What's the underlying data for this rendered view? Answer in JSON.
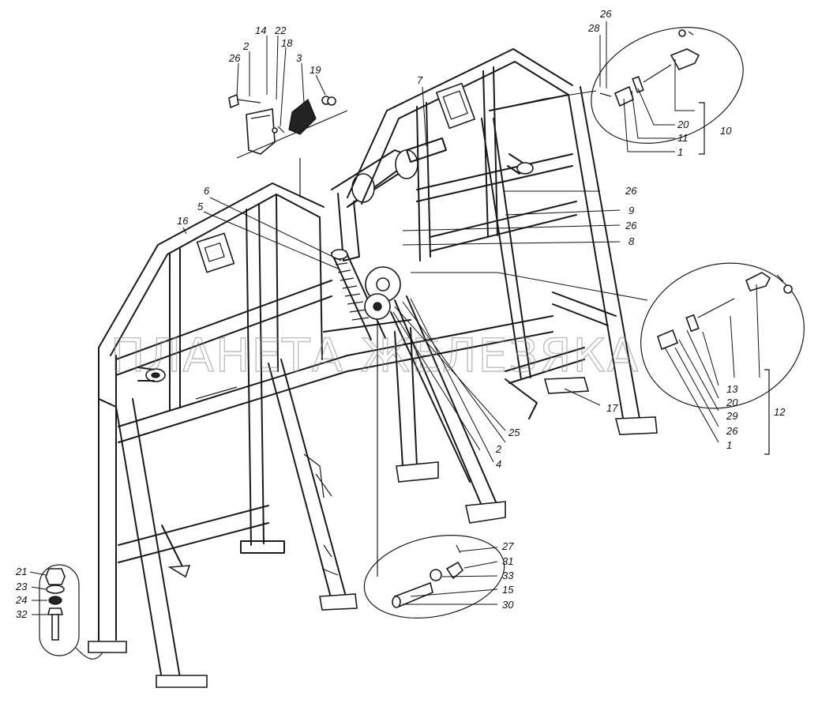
{
  "watermark": "ПЛАНЕТА ЖЕЛЕЗЯКА",
  "callouts": {
    "c14": "14",
    "c22": "22",
    "c2a": "2",
    "c18": "18",
    "c26a": "26",
    "c3": "3",
    "c19": "19",
    "c7": "7",
    "c6": "6",
    "c5": "5",
    "c16": "16",
    "c26b": "26",
    "c28": "28",
    "c20a": "20",
    "c11": "11",
    "c1a": "1",
    "c10": "10",
    "c26c": "26",
    "c9": "9",
    "c26d": "26",
    "c8": "8",
    "c13": "13",
    "c20b": "20",
    "c29": "29",
    "c26e": "26",
    "c1b": "1",
    "c12": "12",
    "c17": "17",
    "c25": "25",
    "c2b": "2",
    "c4": "4",
    "c27": "27",
    "c31": "31",
    "c33": "33",
    "c15": "15",
    "c30": "30",
    "c21": "21",
    "c23": "23",
    "c24": "24",
    "c32": "32"
  }
}
